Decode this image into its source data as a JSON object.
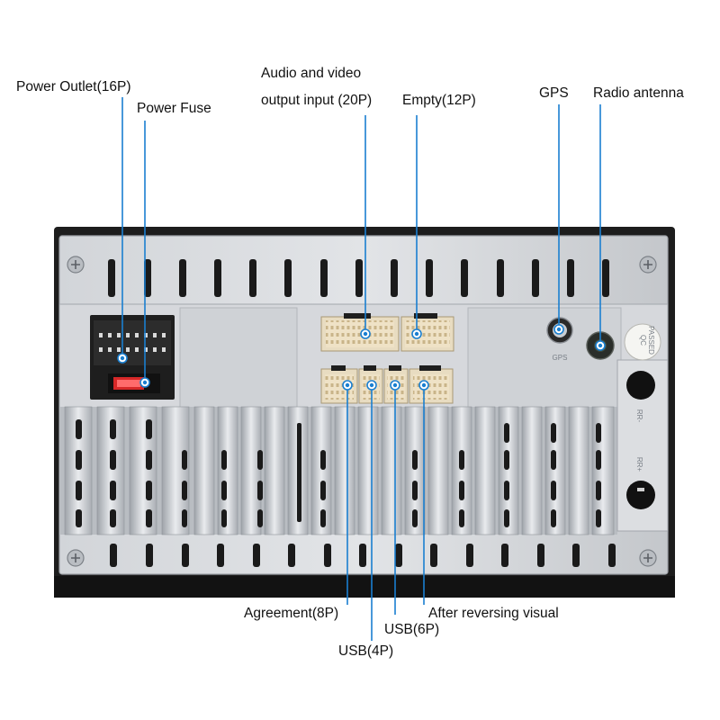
{
  "labels": {
    "power_outlet": "Power Outlet(16P)",
    "power_fuse": "Power Fuse",
    "av_line1": "Audio and video",
    "av_line2": "output input (20P)",
    "empty": "Empty(12P)",
    "gps": "GPS",
    "radio_antenna": "Radio antenna",
    "agreement": "Agreement(8P)",
    "usb4": "USB(4P)",
    "usb6": "USB(6P)",
    "after_reversing": "After reversing visual"
  },
  "device_marks": {
    "gps_port": "GPS",
    "qc_line1": "QC",
    "qc_line2": "PASSED",
    "port_rl": "RR-",
    "port_rr": "RR+"
  },
  "colors": {
    "leader": "#1a7fd0",
    "label_text": "#111111",
    "chassis": "#c9ccd0",
    "bezel": "#1d1d1d",
    "fuse": "#d62828"
  }
}
